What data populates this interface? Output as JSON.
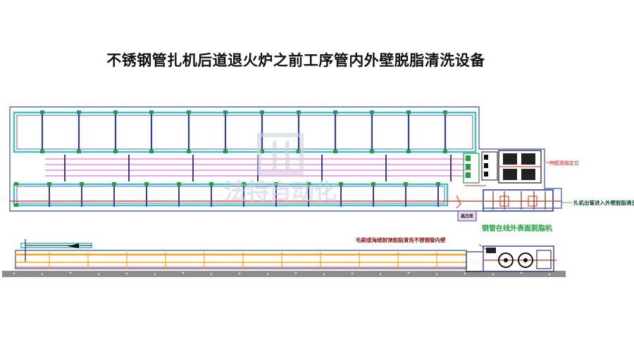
{
  "title": "不锈钢管扎机后道退火炉之前工序管内外壁脱脂清洗设备",
  "labels": {
    "inner_positioning": "内壁脱脂定位",
    "outer_entry": "扎机出管进入外壁脱脂清洗",
    "online_degreaser": "钢管在线外表面脱脂机",
    "high_pressure_pump": "高压泵",
    "brush_sponge": "毛刷或海绵射弹脱脂清洗不锈钢管内壁"
  },
  "watermark": "法特自动化",
  "colors": {
    "frame": "#2f3fb0",
    "cyan": "#3fc0c8",
    "pink": "#ee4fd6",
    "red": "#e0201c",
    "orange": "#f2a816",
    "green": "#1fa23c",
    "ground": "#7a7a7a"
  }
}
